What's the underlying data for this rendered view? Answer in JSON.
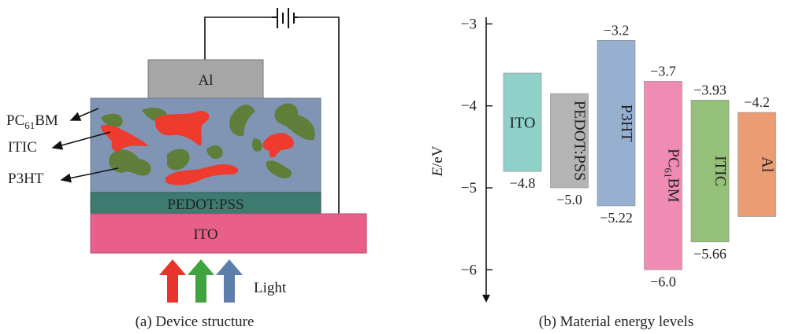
{
  "device": {
    "caption": "(a) Device structure",
    "layers": {
      "al": "Al",
      "pedot": "PEDOT:PSS",
      "ito": "ITO"
    },
    "pointers": {
      "pcbm": {
        "main": "PC",
        "sub": "61",
        "tail": "BM"
      },
      "itic": "ITIC",
      "p3ht": "P3HT"
    },
    "light_label": "Light",
    "colors": {
      "al": "#a6a6a6",
      "active": "#8094b4",
      "pedot": "#3d7a70",
      "ito": "#e8608a",
      "pcbm_blob": "#ee3b2e",
      "itic_blob": "#5e7e3a",
      "arrow_red": "#e8352b",
      "arrow_green": "#3fa33f",
      "arrow_blue": "#5d7ea8"
    }
  },
  "chart_data": {
    "type": "bar",
    "title": "(b) Material energy levels",
    "ylabel": {
      "italic": "E",
      "rest": "/eV"
    },
    "ylim": [
      -6.4,
      -2.9
    ],
    "yticks": [
      "−3",
      "−4",
      "−5",
      "−6"
    ],
    "ytick_values": [
      -3,
      -4,
      -5,
      -6
    ],
    "bars": [
      {
        "name": "ITO",
        "top": -3.6,
        "bottom": -4.8,
        "top_label": "",
        "bottom_label": "−4.8",
        "color": "#8fd0c8",
        "vertical": false
      },
      {
        "name": "PEDOT:PSS",
        "top": -3.85,
        "bottom": -5.0,
        "top_label": "",
        "bottom_label": "−5.0",
        "color": "#b4b4b4",
        "vertical": true
      },
      {
        "name": "P3HT",
        "top": -3.2,
        "bottom": -5.22,
        "top_label": "−3.2",
        "bottom_label": "−5.22",
        "color": "#98b0d0",
        "vertical": true
      },
      {
        "name": "PC",
        "name_sub": "61",
        "name_tail": "BM",
        "top": -3.7,
        "bottom": -6.0,
        "top_label": "−3.7",
        "bottom_label": "−6.0",
        "color": "#f08cb4",
        "vertical": true
      },
      {
        "name": "ITIC",
        "top": -3.93,
        "bottom": -5.66,
        "top_label": "−3.93",
        "bottom_label": "−5.66",
        "color": "#94c07a",
        "vertical": true
      },
      {
        "name": "Al",
        "top": -4.08,
        "bottom": -5.35,
        "top_label": "−4.2",
        "bottom_label": "",
        "color": "#ec9c72",
        "vertical": true
      }
    ]
  }
}
